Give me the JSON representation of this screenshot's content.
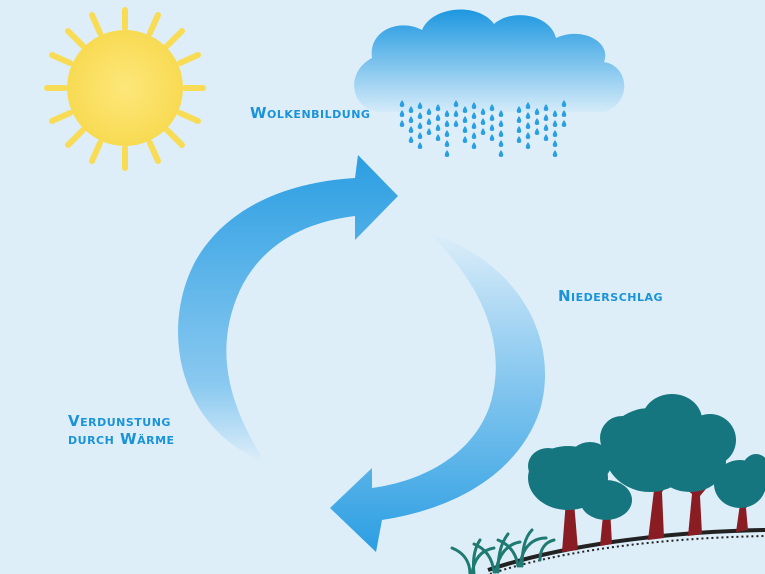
{
  "labels": {
    "cloud_formation": "Wolkenbildung",
    "precipitation": "Niederschlag",
    "evaporation_line1": "Verdunstung",
    "evaporation_line2": "durch Wärme"
  },
  "colors": {
    "background": "#ddeef9",
    "label": "#1a93d8",
    "arrow": "#2f9fe3",
    "sun": "#fbe36b",
    "cloud": "#3ea9e6",
    "rain": "#2aa0e4",
    "tree_canopy": "#16767f",
    "tree_trunk": "#8a1d23",
    "grass": "#1f7a72"
  },
  "icons": [
    "sun-icon",
    "rain-cloud-icon",
    "cycle-arrow-icon",
    "trees-icon",
    "grass-icon"
  ]
}
